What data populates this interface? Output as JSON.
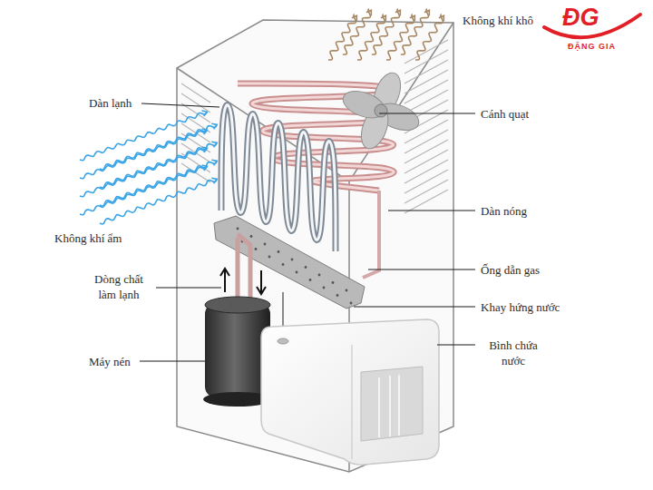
{
  "diagram": {
    "labels": [
      "Không khí khô",
      "ĐG",
      "ĐẶNG GIA",
      "Dàn lạnh",
      "Cánh quạt",
      "Dàn nóng",
      "Không khí ẩm",
      "Ống dẫn gas",
      "Dòng chất làm lạnh",
      "Khay hứng nước",
      "Máy nén",
      "Bình chứa nước"
    ]
  }
}
